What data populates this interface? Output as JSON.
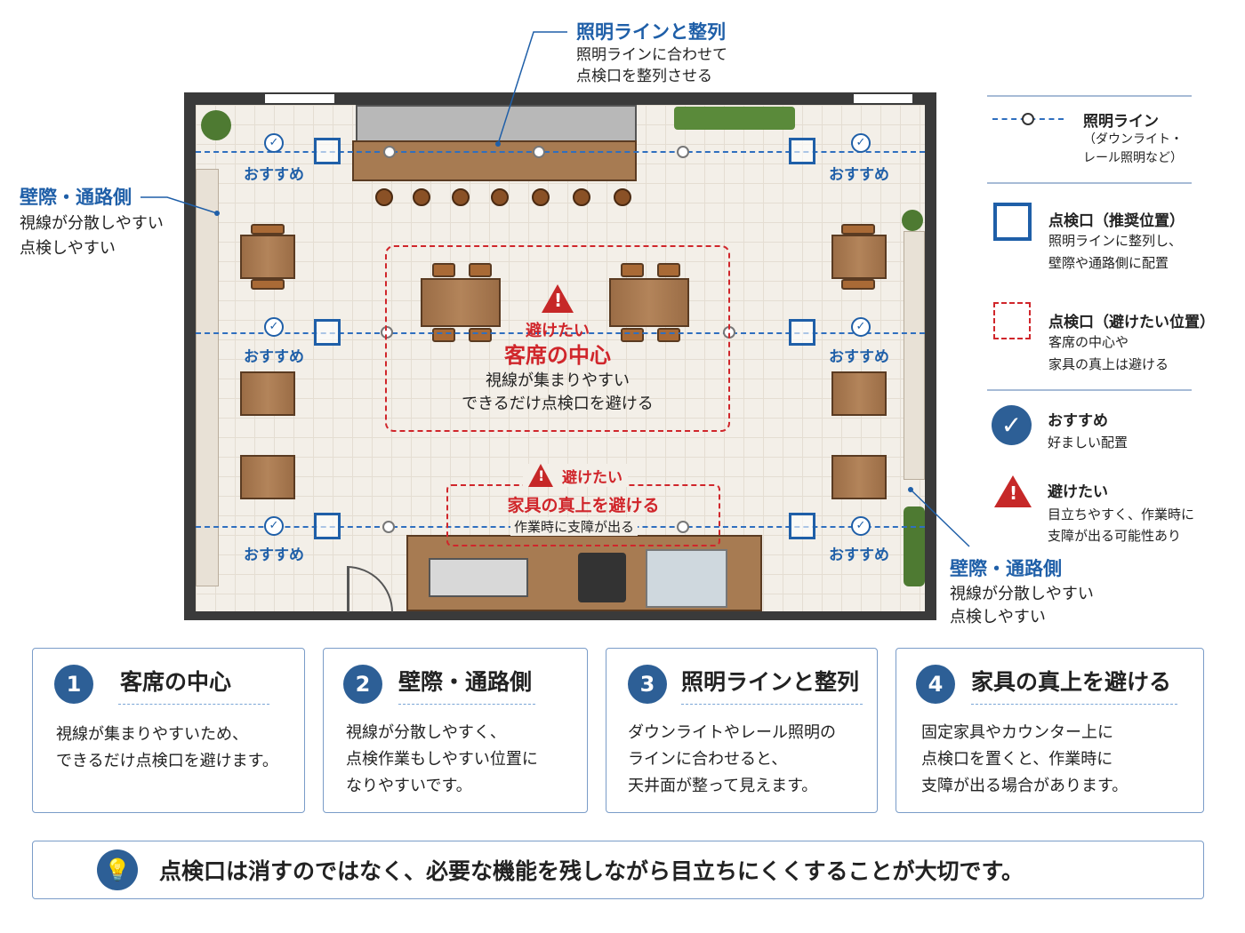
{
  "top_callout": {
    "title": "照明ラインと整列",
    "lines": [
      "照明ラインに合わせて",
      "点検口を整列させる"
    ]
  },
  "left_callout": {
    "title": "壁際・通路側",
    "lines": [
      "視線が分散しやすい",
      "点検しやすい"
    ]
  },
  "right_callout": {
    "title": "壁際・通路側",
    "lines": [
      "視線が分散しやすい",
      "点検しやすい"
    ]
  },
  "recommended_label": "おすすめ",
  "center_avoid": {
    "tag": "避けたい",
    "title": "客席の中心",
    "lines": [
      "視線が集まりやすい",
      "できるだけ点検口を避ける"
    ]
  },
  "furniture_avoid": {
    "tag": "避けたい",
    "title": "家具の真上を避ける",
    "line": "作業時に支障が出る"
  },
  "legend": {
    "lighting": {
      "title": "照明ライン",
      "desc": [
        "（ダウンライト・",
        "レール照明など）"
      ]
    },
    "recommended_hatch": {
      "title": "点検口（推奨位置）",
      "desc": [
        "照明ラインに整列し、",
        "壁際や通路側に配置"
      ]
    },
    "avoid_hatch": {
      "title": "点検口（避けたい位置）",
      "desc": [
        "客席の中心や",
        "家具の真上は避ける"
      ]
    },
    "recommend": {
      "title": "おすすめ",
      "desc": [
        "好ましい配置"
      ]
    },
    "avoid": {
      "title": "避けたい",
      "desc": [
        "目立ちやすく、作業時に",
        "支障が出る可能性あり"
      ]
    }
  },
  "cards": [
    {
      "num": "1",
      "title": "客席の中心",
      "body": [
        "視線が集まりやすいため、",
        "できるだけ点検口を避けます。"
      ]
    },
    {
      "num": "2",
      "title": "壁際・通路側",
      "body": [
        "視線が分散しやすく、",
        "点検作業もしやすい位置に",
        "なりやすいです。"
      ]
    },
    {
      "num": "3",
      "title": "照明ラインと整列",
      "body": [
        "ダウンライトやレール照明の",
        "ラインに合わせると、",
        "天井面が整って見えます。"
      ]
    },
    {
      "num": "4",
      "title": "家具の真上を避ける",
      "body": [
        "固定家具やカウンター上に",
        "点検口を置くと、作業時に",
        "支障が出る場合があります。"
      ]
    }
  ],
  "footer": {
    "icon": "lightbulb-icon",
    "text": "点検口は消すのではなく、必要な機能を残しながら目立ちにくくすることが大切です。"
  },
  "colors": {
    "accent": "#1f5fa8",
    "warning": "#d0262b",
    "card_number": "#2d5f96"
  }
}
